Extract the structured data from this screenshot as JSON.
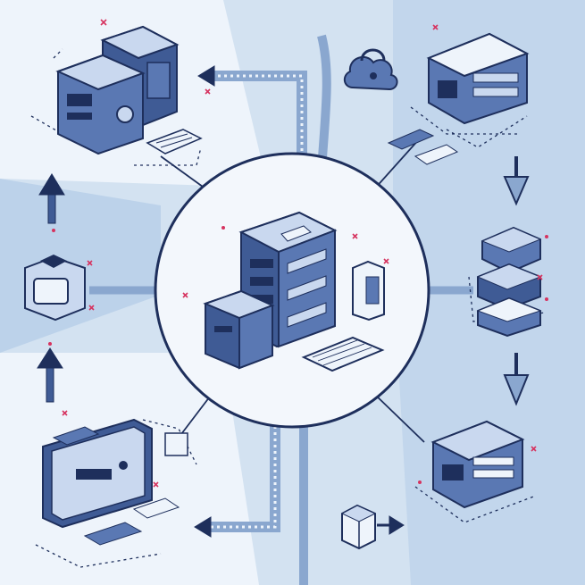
{
  "colors": {
    "background_light": "#eef4fb",
    "background_mid": "#d3e2f1",
    "background_dark": "#bcd2ea",
    "navy": "#1e2f5c",
    "box_side": "#3f5b95",
    "box_face": "#5a78b3",
    "box_top": "#c9d8ef",
    "hub_fill": "#f3f7fc",
    "connector": "#1e2f5c",
    "pipe": "#8aa7cf",
    "accent_red": "#d6335f"
  },
  "diagram": {
    "hub": {
      "icon": "server-rack-cluster-icon"
    },
    "nodes": [
      {
        "id": "storage-servers",
        "icon": "server-pair-icon"
      },
      {
        "id": "cloud-lock",
        "icon": "cloud-lock-icon"
      },
      {
        "id": "web-server",
        "icon": "web-server-icon"
      },
      {
        "id": "network-switch",
        "icon": "network-switch-icon"
      },
      {
        "id": "modular-stack",
        "icon": "module-stack-icon"
      },
      {
        "id": "edge-device",
        "icon": "edge-device-icon"
      },
      {
        "id": "tablet-terminal",
        "icon": "tablet-terminal-icon"
      },
      {
        "id": "data-cube",
        "icon": "data-cube-icon"
      }
    ],
    "arrows": [
      "up",
      "up",
      "down",
      "down",
      "left",
      "left",
      "right"
    ]
  }
}
